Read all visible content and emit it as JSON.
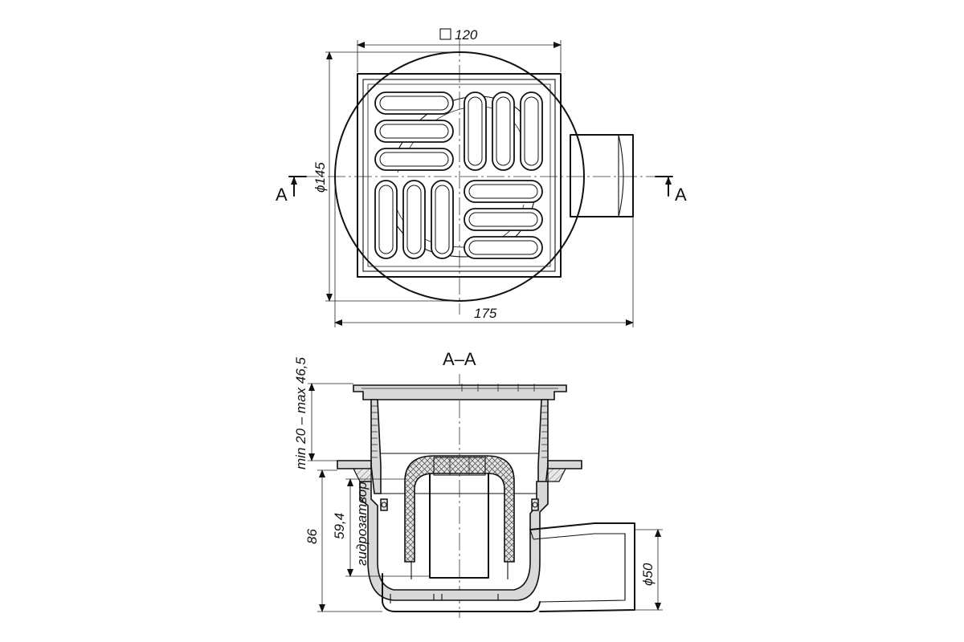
{
  "top_view": {
    "dim_width_square": "120",
    "dim_diameter": "ϕ145",
    "dim_total_width": "175",
    "section_mark_left": "A",
    "section_mark_right": "A"
  },
  "section_view": {
    "title": "A–A",
    "dim_adjust_height": "min 20 – max 46,5",
    "dim_body_height": "86",
    "dim_water_seal": "59,4",
    "water_seal_label": "гидрозатвор",
    "dim_outlet_diameter": "ϕ50"
  }
}
